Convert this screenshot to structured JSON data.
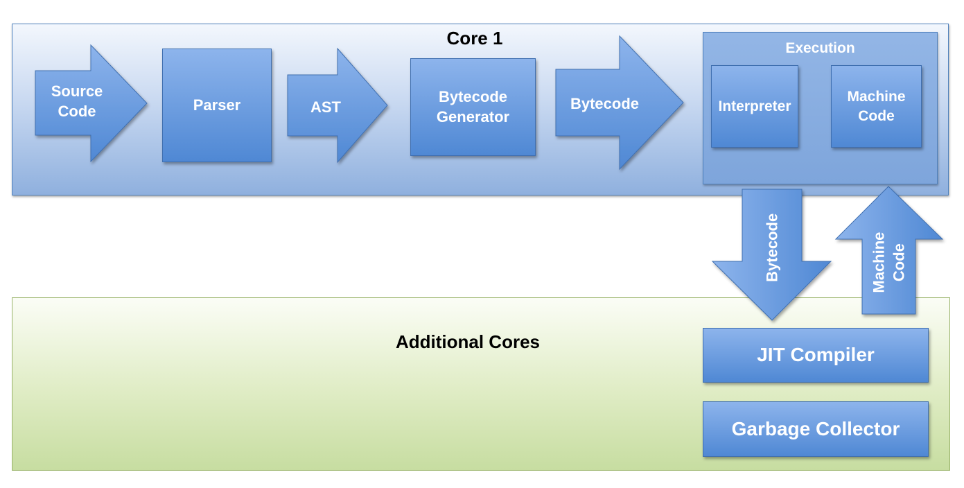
{
  "core1": {
    "title": "Core 1"
  },
  "pipeline": {
    "source_code": "Source\nCode",
    "parser": "Parser",
    "ast": "AST",
    "bytecode_generator": "Bytecode\nGenerator",
    "bytecode": "Bytecode"
  },
  "execution": {
    "title": "Execution",
    "interpreter": "Interpreter",
    "machine_code": "Machine\nCode"
  },
  "transfer": {
    "down_bytecode": "Bytecode",
    "up_machine_code": "Machine\nCode"
  },
  "additional": {
    "title": "Additional Cores",
    "jit_compiler": "JIT Compiler",
    "garbage_collector": "Garbage Collector"
  },
  "colors": {
    "box_blue": "#4f88d4",
    "core1_border": "#4f81bd",
    "additional_green": "#c7dda1"
  }
}
